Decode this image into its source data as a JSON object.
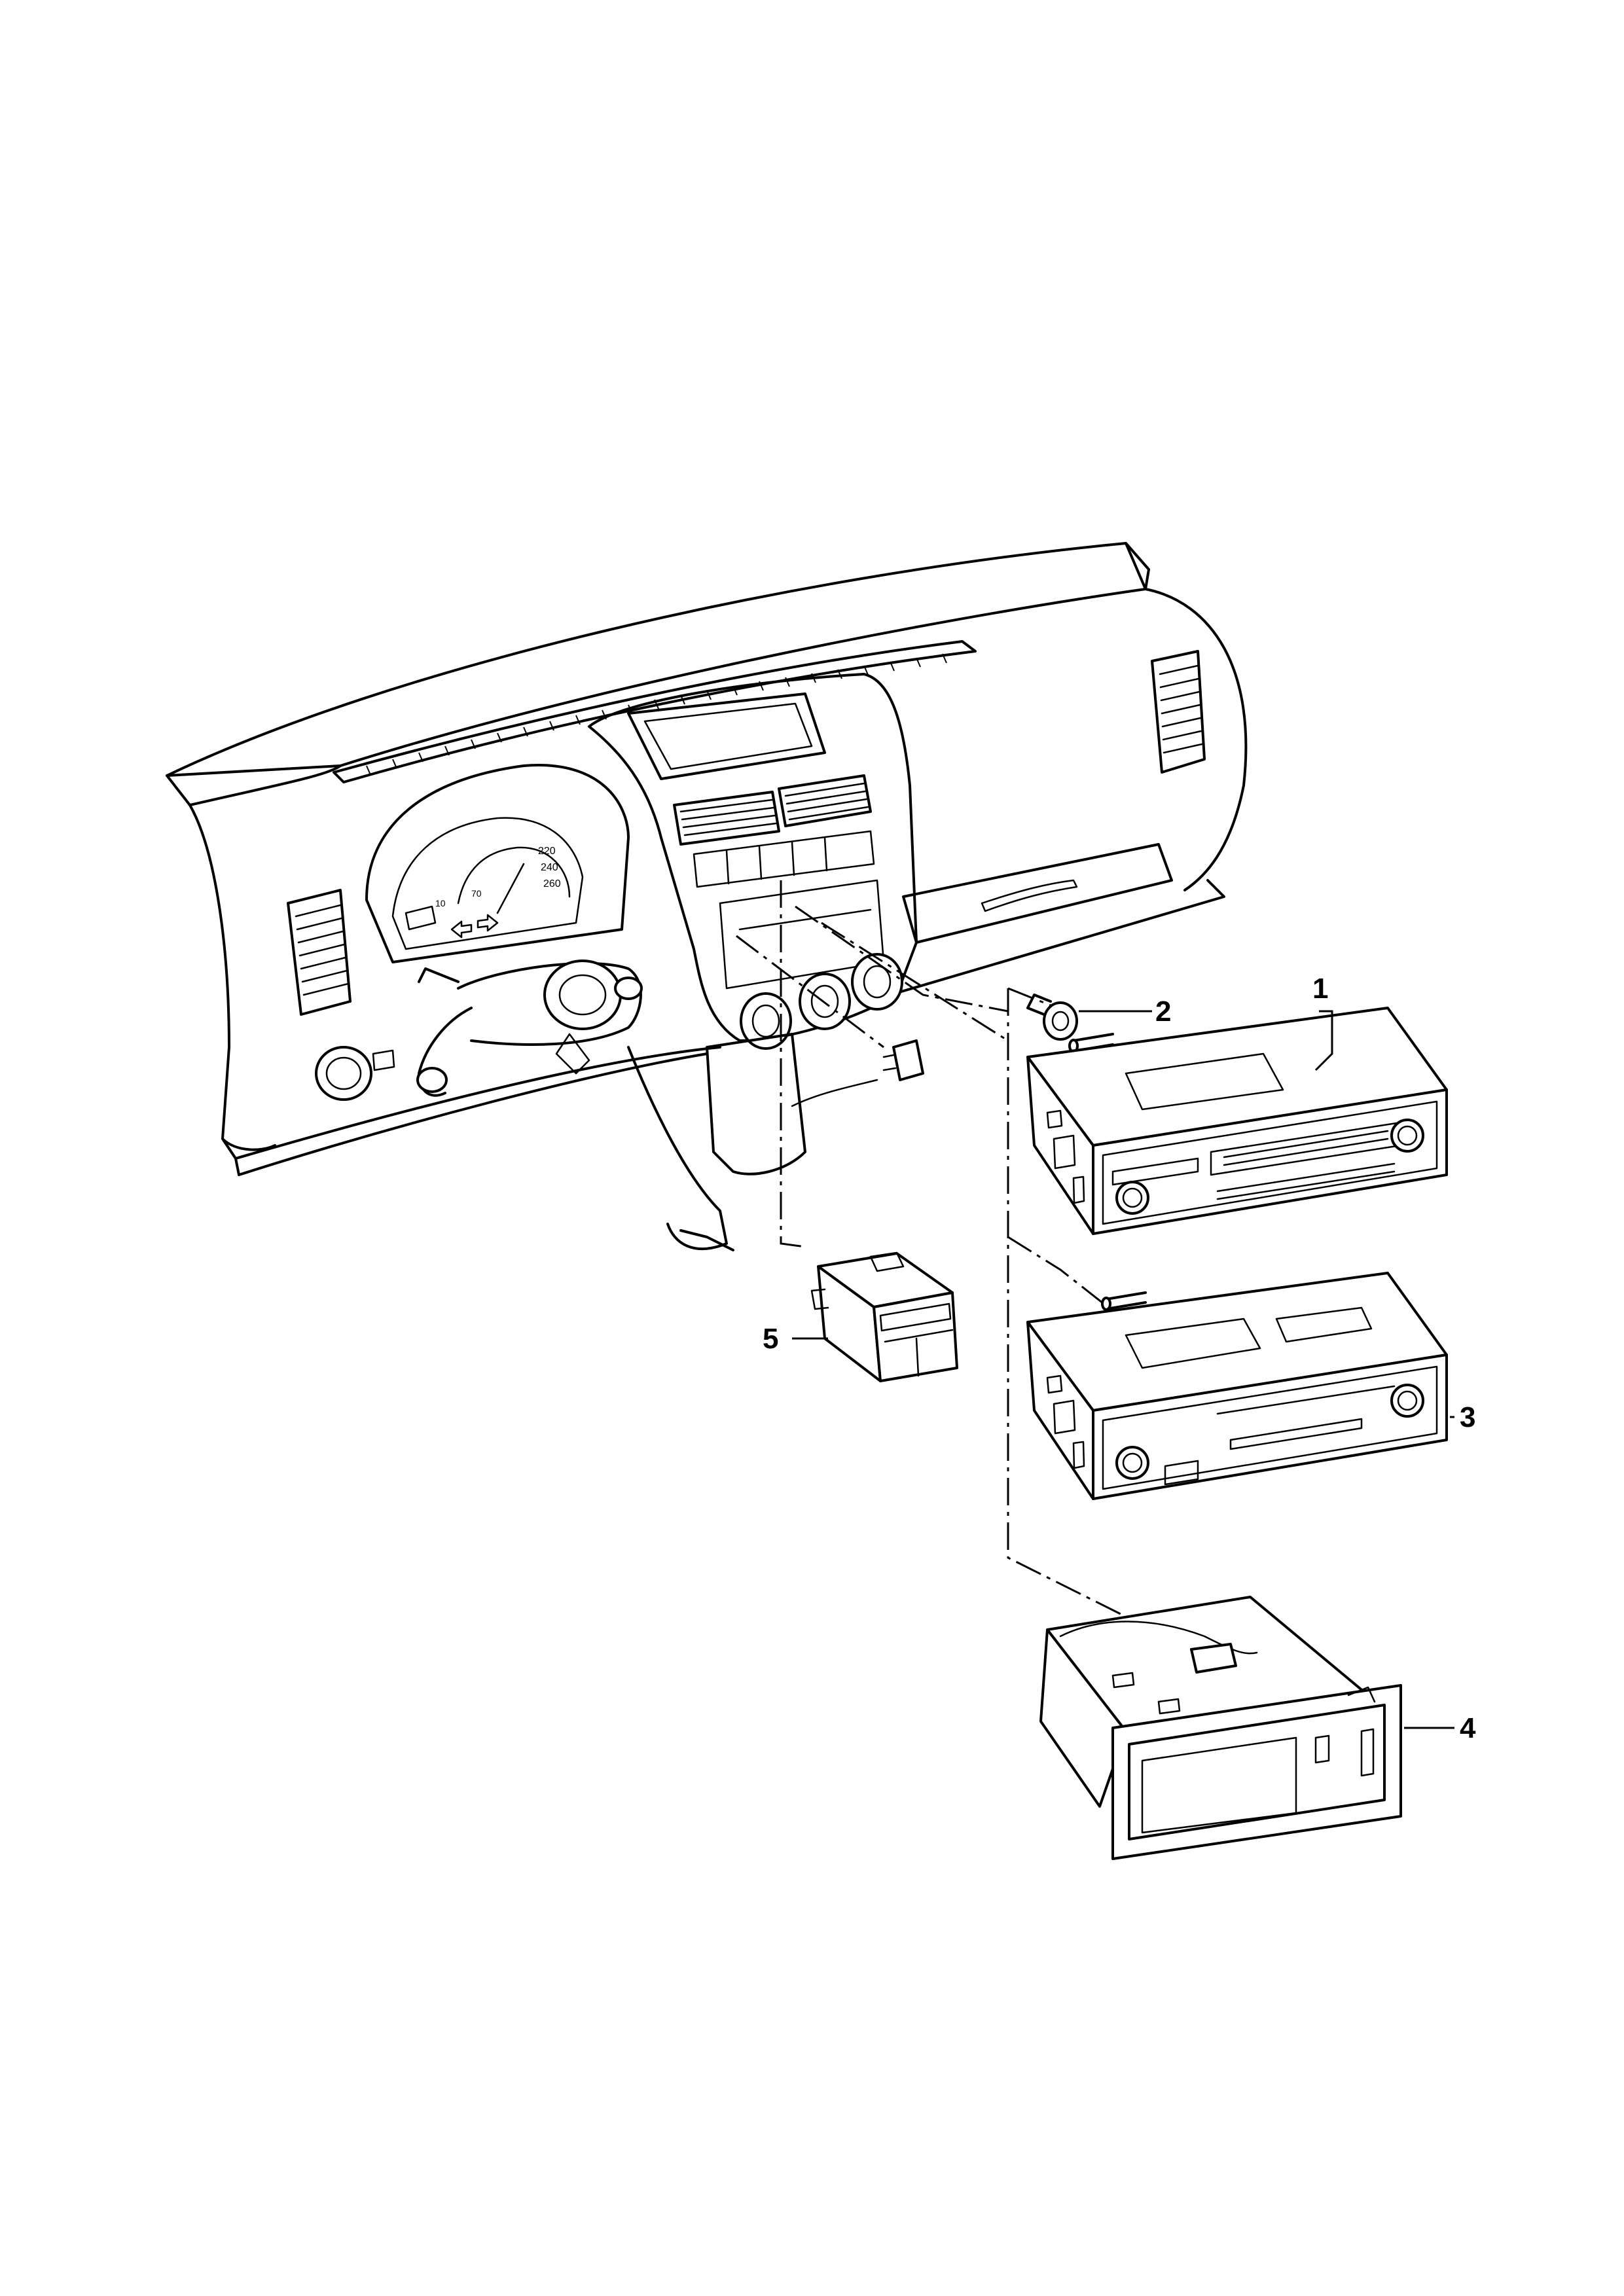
{
  "callouts": [
    {
      "id": "1",
      "label": "1"
    },
    {
      "id": "2",
      "label": "2"
    },
    {
      "id": "3",
      "label": "3"
    },
    {
      "id": "4",
      "label": "4"
    },
    {
      "id": "5",
      "label": "5"
    }
  ],
  "cluster_marks": [
    "220",
    "240",
    "260",
    "70",
    "10"
  ]
}
